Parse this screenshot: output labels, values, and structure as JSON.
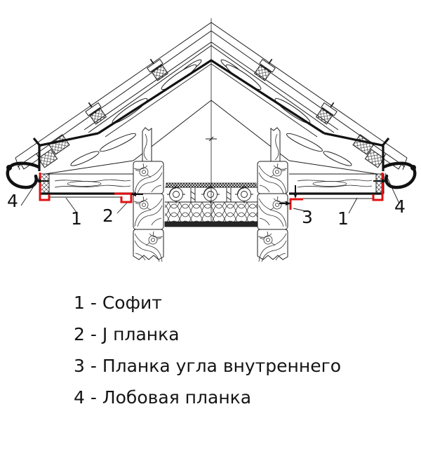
{
  "drawing": {
    "highlight_color": "#e01212",
    "line_color": "#1d1d1d",
    "callouts": [
      {
        "label": "4"
      },
      {
        "label": "1"
      },
      {
        "label": "2"
      },
      {
        "label": "3"
      },
      {
        "label": "1"
      },
      {
        "label": "4"
      }
    ]
  },
  "legend": {
    "separator": " - ",
    "items": [
      {
        "num": "1",
        "label": "Софит"
      },
      {
        "num": "2",
        "label": "J планка"
      },
      {
        "num": "3",
        "label": "Планка угла внутреннего"
      },
      {
        "num": "4",
        "label": "Лобовая планка"
      }
    ]
  }
}
